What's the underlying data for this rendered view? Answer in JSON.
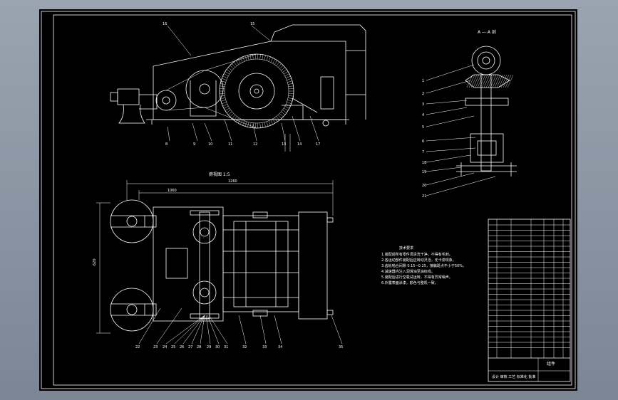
{
  "drawing": {
    "colors": {
      "background": "#000000",
      "lines": "#ffffff",
      "viewport": "#8a94a2"
    },
    "section_label": "A — A 剖",
    "plan_view_label": "俯视图 1:5",
    "tech_requirements_title": "技术要求",
    "tech_requirements": [
      "1.装配前所有零件须清洗干净，不得有毛刺。",
      "2.各运动部件装配后应转动灵活，无卡滞现象。",
      "3.齿轮啮合间隙 0.15~0.25，接触斑点不小于50%。",
      "4.减速器内注入润滑油至油标线。",
      "5.装配后进行空载试运转，不得有异常噪声。",
      "6.外露表面涂漆，颜色与整机一致。"
    ],
    "title_block": {
      "name": "组件",
      "drawing_no": "设计 审核 工艺 标准化 批准"
    },
    "dims": {
      "overall": "1260",
      "inner": "1060",
      "height": "620"
    }
  }
}
